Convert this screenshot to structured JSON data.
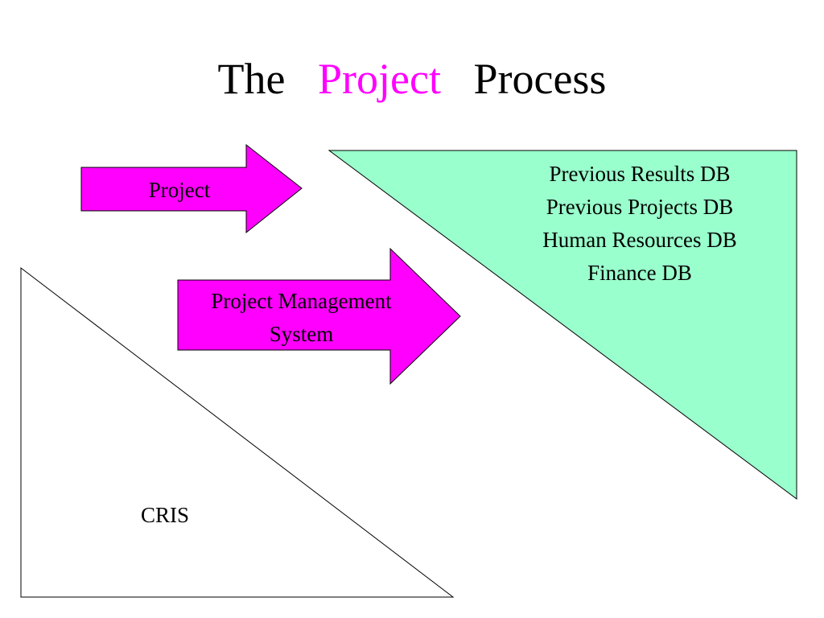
{
  "slide": {
    "title": {
      "prefix": "The",
      "highlight": "Project",
      "suffix": "Process"
    },
    "colors": {
      "highlight_text": "#ff00ff",
      "arrow_fill": "#ff00ff",
      "database_fill": "#99ffcc",
      "cris_fill": "#ffffff",
      "outline": "#000000"
    }
  },
  "arrows": {
    "project": {
      "label": "Project"
    },
    "pms": {
      "line1": "Project Management",
      "line2": "System"
    }
  },
  "databases": {
    "items": [
      "Previous Results DB",
      "Previous Projects DB",
      "Human Resources DB",
      "Finance DB"
    ]
  },
  "cris": {
    "label": "CRIS"
  }
}
